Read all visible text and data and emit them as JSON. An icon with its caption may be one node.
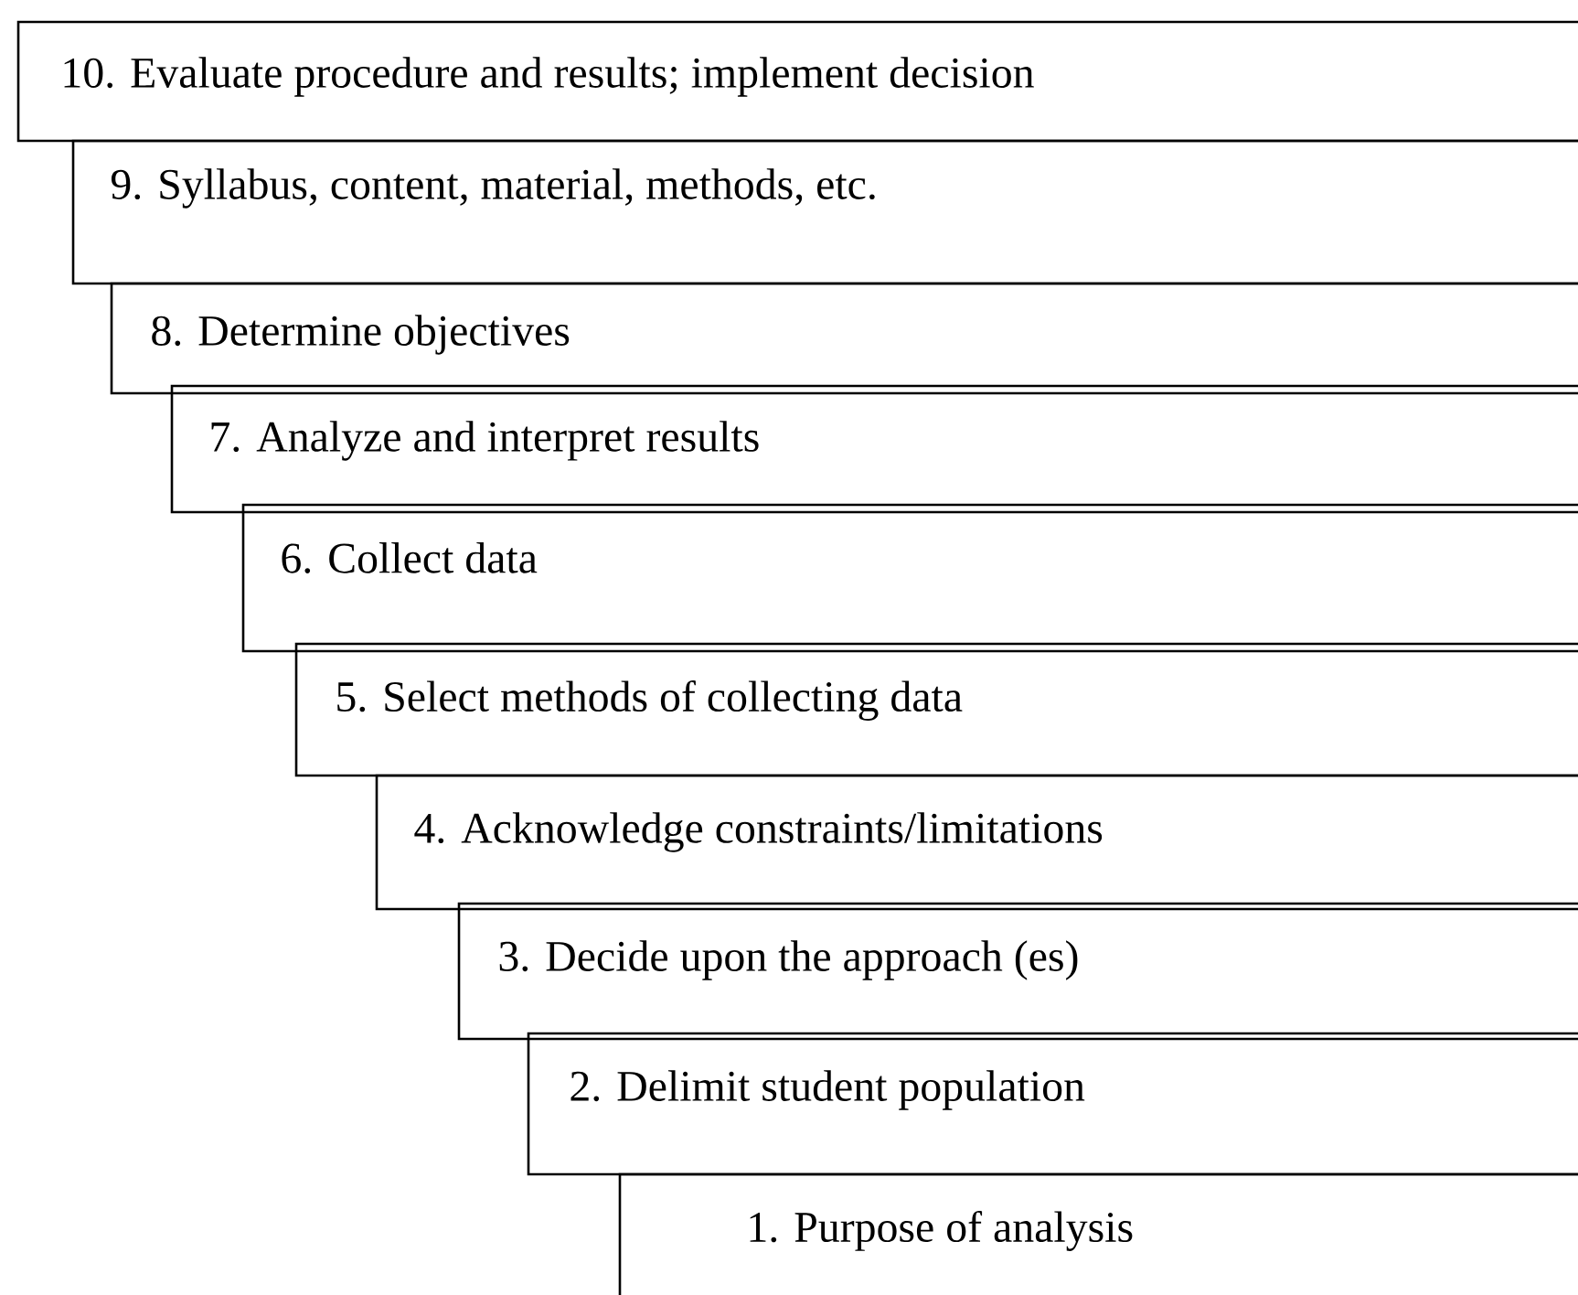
{
  "diagram": {
    "nodes": [
      {
        "text": [
          "10. Evaluate procedure and results; implement decision"
        ]
      },
      {
        "text": [
          "9. Syllabus, content, material, methods, etc."
        ]
      },
      {
        "text": [
          "8. Determine objectives"
        ]
      },
      {
        "text": [
          "7. Analyze and interpret results"
        ]
      },
      {
        "text": [
          "6. Collect data"
        ]
      },
      {
        "text": [
          "5. Select methods of collecting data"
        ]
      },
      {
        "text": [
          "4. Acknowledge constraints/limitations"
        ]
      },
      {
        "text": [
          "3. Decide upon the approach (es)"
        ]
      },
      {
        "text": [
          "2. Delimit student population"
        ]
      },
      {
        "text": [
          "1. Purpose of analysis"
        ]
      }
    ]
  }
}
